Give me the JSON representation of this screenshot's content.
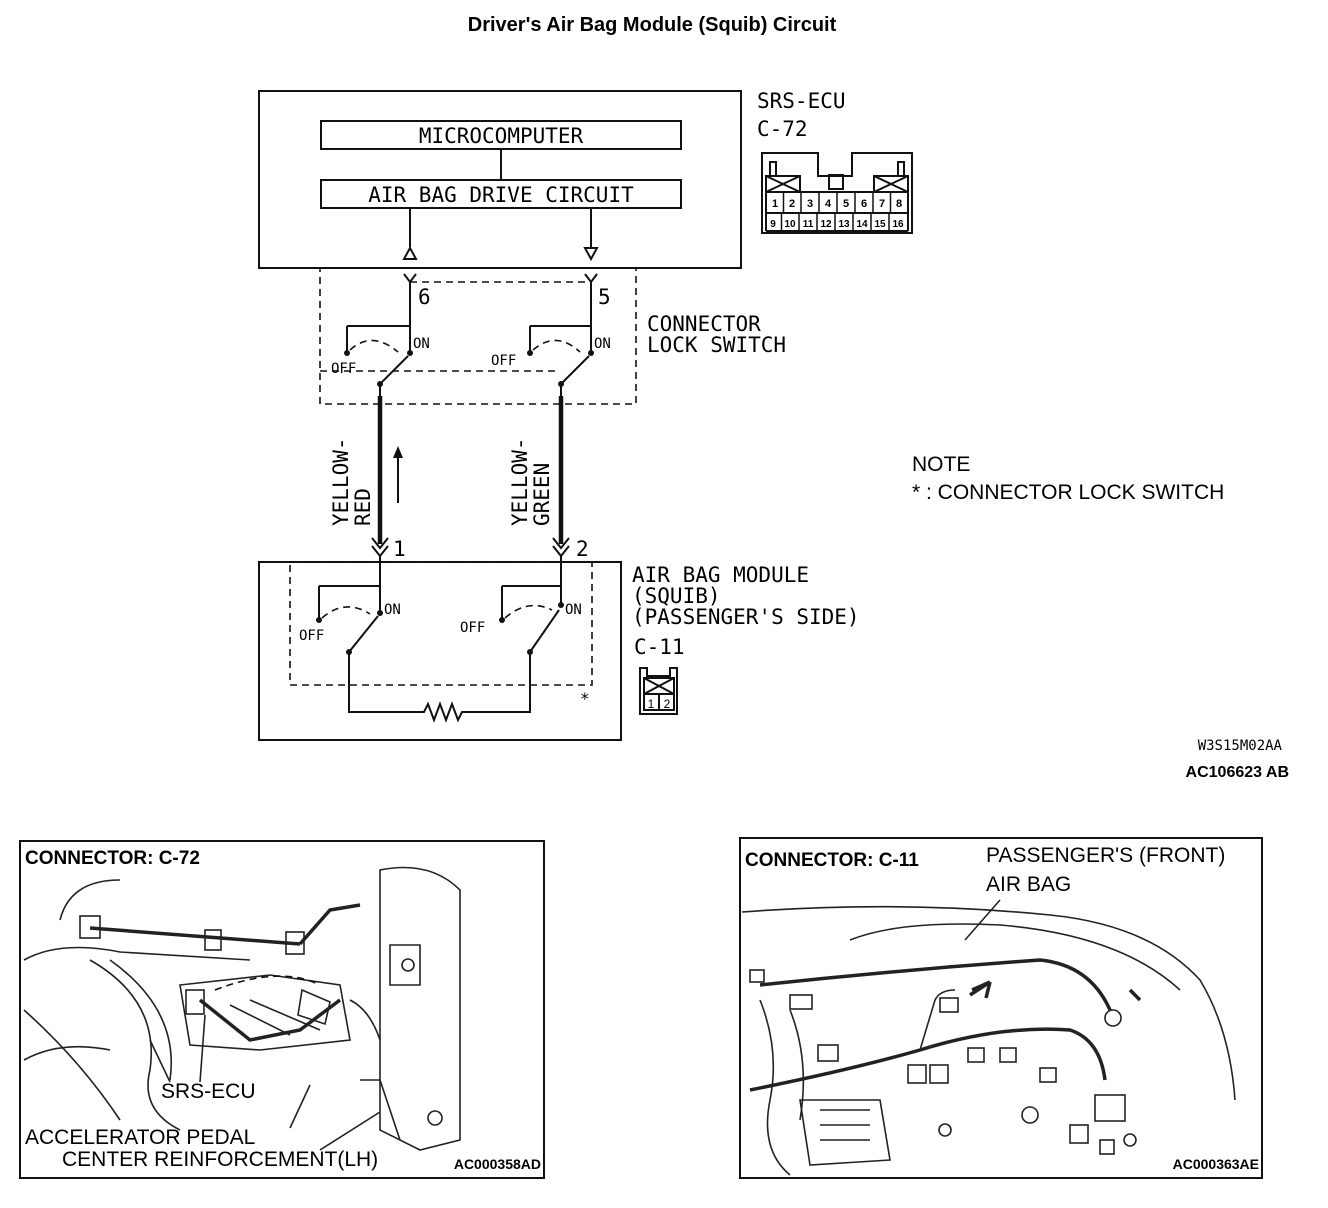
{
  "title": "Driver's Air Bag Module (Squib) Circuit",
  "ecu": {
    "name": "SRS-ECU",
    "connector": "C-72",
    "microcomputer": "MICROCOMPUTER",
    "drive_circuit": "AIR BAG DRIVE CIRCUIT",
    "pins_top": [
      "1",
      "2",
      "3",
      "4",
      "5",
      "6",
      "7",
      "8"
    ],
    "pins_bottom": [
      "9",
      "10",
      "11",
      "12",
      "13",
      "14",
      "15",
      "16"
    ]
  },
  "lock_switch": {
    "label_line1": "CONNECTOR",
    "label_line2": "LOCK SWITCH",
    "pin_left": "6",
    "pin_right": "5",
    "on": "ON",
    "off": "OFF"
  },
  "wires": {
    "left_line1": "YELLOW-",
    "left_line2": "RED",
    "right_line1": "YELLOW-",
    "right_line2": "GREEN"
  },
  "module": {
    "line1": "AIR BAG MODULE",
    "line2": "(SQUIB)",
    "line3": "(PASSENGER'S SIDE)",
    "connector": "C-11",
    "pin_left": "1",
    "pin_right": "2",
    "on": "ON",
    "off": "OFF",
    "star": "*",
    "conn_pins": [
      "1",
      "2"
    ]
  },
  "note": {
    "title": "NOTE",
    "text": "* : CONNECTOR LOCK SWITCH"
  },
  "codes": {
    "code1": "W3S15M02AA",
    "code2": "AC106623 AB"
  },
  "panel_left": {
    "title": "CONNECTOR: C-72",
    "label_ecu": "SRS-ECU",
    "label_pedal": "ACCELERATOR PEDAL",
    "label_reinf": "CENTER REINFORCEMENT(LH)",
    "code": "AC000358AD"
  },
  "panel_right": {
    "title": "CONNECTOR: C-11",
    "label_line1": "PASSENGER'S (FRONT)",
    "label_line2": "AIR BAG",
    "code": "AC000363AE"
  }
}
